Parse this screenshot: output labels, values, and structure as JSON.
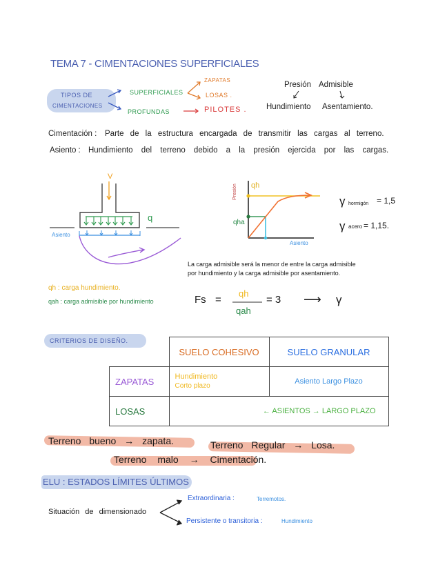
{
  "page": {
    "title": "TEMA 7 - CIMENTACIONES SUPERFICIALES"
  },
  "tipos": {
    "label_line1": "TIPOS DE",
    "label_line2": "CIMENTACIONES",
    "superficiales": "SUPERFICIALES",
    "profundas": "PROFUNDAS",
    "zapatas": "ZAPATAS",
    "losas": "LOSAS .",
    "pilotes": "PILOTES ."
  },
  "presion": {
    "title_left": "Presión",
    "title_right": "Admisible",
    "left": "Hundimiento",
    "right": "Asentamiento."
  },
  "definitions": {
    "cimentacion_term": "Cimentación :",
    "cimentacion_text": "Parte de la estructura encargada de transmitir las cargas al terreno.",
    "asiento_term": "Asiento :",
    "asiento_text": "Hundimiento del terreno debido a la presión ejercida por las cargas."
  },
  "footing_diagram": {
    "load_label": "V",
    "pressure_label": "q",
    "settlement_label": "Asiento"
  },
  "graph": {
    "y_label": "Presión",
    "x_label": "Asiento",
    "qh_label": "qh",
    "qha_label": "qha"
  },
  "coefficients": {
    "hormigon_symbol": "γ",
    "hormigon_sub": "hormigón",
    "hormigon_value": "= 1,5",
    "acero_symbol": "γ",
    "acero_sub": "acero",
    "acero_value": "= 1,15."
  },
  "note": {
    "line1": "La carga admisible será la menor de entre la carga admisible",
    "line2": "por hundimiento y la carga admisible por asentamiento."
  },
  "legend": {
    "qh": "qh : carga hundimiento.",
    "qah": "qah : carga admisible por hundimiento"
  },
  "formula": {
    "lhs": "Fs",
    "eq": "=",
    "numerator": "qh",
    "denominator": "qah",
    "rhs": "= 3",
    "arrow": "⟶",
    "result": "γ"
  },
  "criterios": {
    "label": "CRITERIOS DE DISEÑO.",
    "columns": [
      "SUELO COHESIVO",
      "SUELO GRANULAR"
    ],
    "rows": [
      {
        "label": "ZAPATAS",
        "cohesivo_line1": "Hundimiento",
        "cohesivo_line2": "Corto plazo",
        "granular": "Asiento Largo Plazo"
      },
      {
        "label": "LOSAS",
        "merged": "← ASIENTOS → LARGO PLAZO"
      }
    ]
  },
  "terreno": {
    "bueno": "Terreno bueno → zapata.",
    "regular": "Terreno Regular → Losa.",
    "malo": "Terreno malo → Cimentación."
  },
  "elu": {
    "heading": "ELU : ESTADOS LÍMITES ÚLTIMOS",
    "situacion": "Situación de dimensionado",
    "extra_label": "Extraordinaria :",
    "extra_value": "Terremotos.",
    "pers_label": "Persistente o transitoria :",
    "pers_value": "Hundimiento"
  },
  "colors": {
    "title_blue": "#4a5fb0",
    "green": "#2e9a4f",
    "orange": "#e07a2a",
    "red": "#d93a3a",
    "purple": "#9a5bd6",
    "yellow": "#f0b820",
    "light_blue": "#3a8fe0",
    "highlight_salmon": "#f2b9a6",
    "highlight_blue": "#c9d6ee"
  }
}
